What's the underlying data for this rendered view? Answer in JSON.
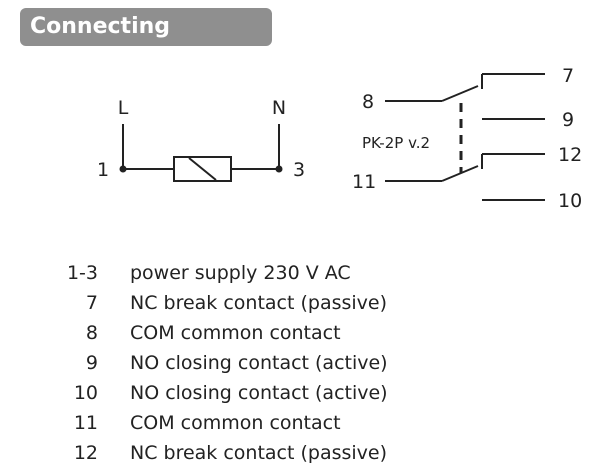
{
  "title": "Connecting diagram",
  "coil": {
    "label_L": "L",
    "label_N": "N",
    "label_1": "1",
    "label_3": "3"
  },
  "relay": {
    "model": "PK-2P v.2",
    "t7": "7",
    "t8": "8",
    "t9": "9",
    "t10": "10",
    "t11": "11",
    "t12": "12"
  },
  "legend": [
    {
      "num": "1-3",
      "desc": "power supply 230 V AC"
    },
    {
      "num": "7",
      "desc": "NC break contact (passive)"
    },
    {
      "num": "8",
      "desc": "COM common contact"
    },
    {
      "num": "9",
      "desc": "NO closing contact (active)"
    },
    {
      "num": "10",
      "desc": "NO closing contact (active)"
    },
    {
      "num": "11",
      "desc": "COM common contact"
    },
    {
      "num": "12",
      "desc": "NC break contact (passive)"
    }
  ]
}
